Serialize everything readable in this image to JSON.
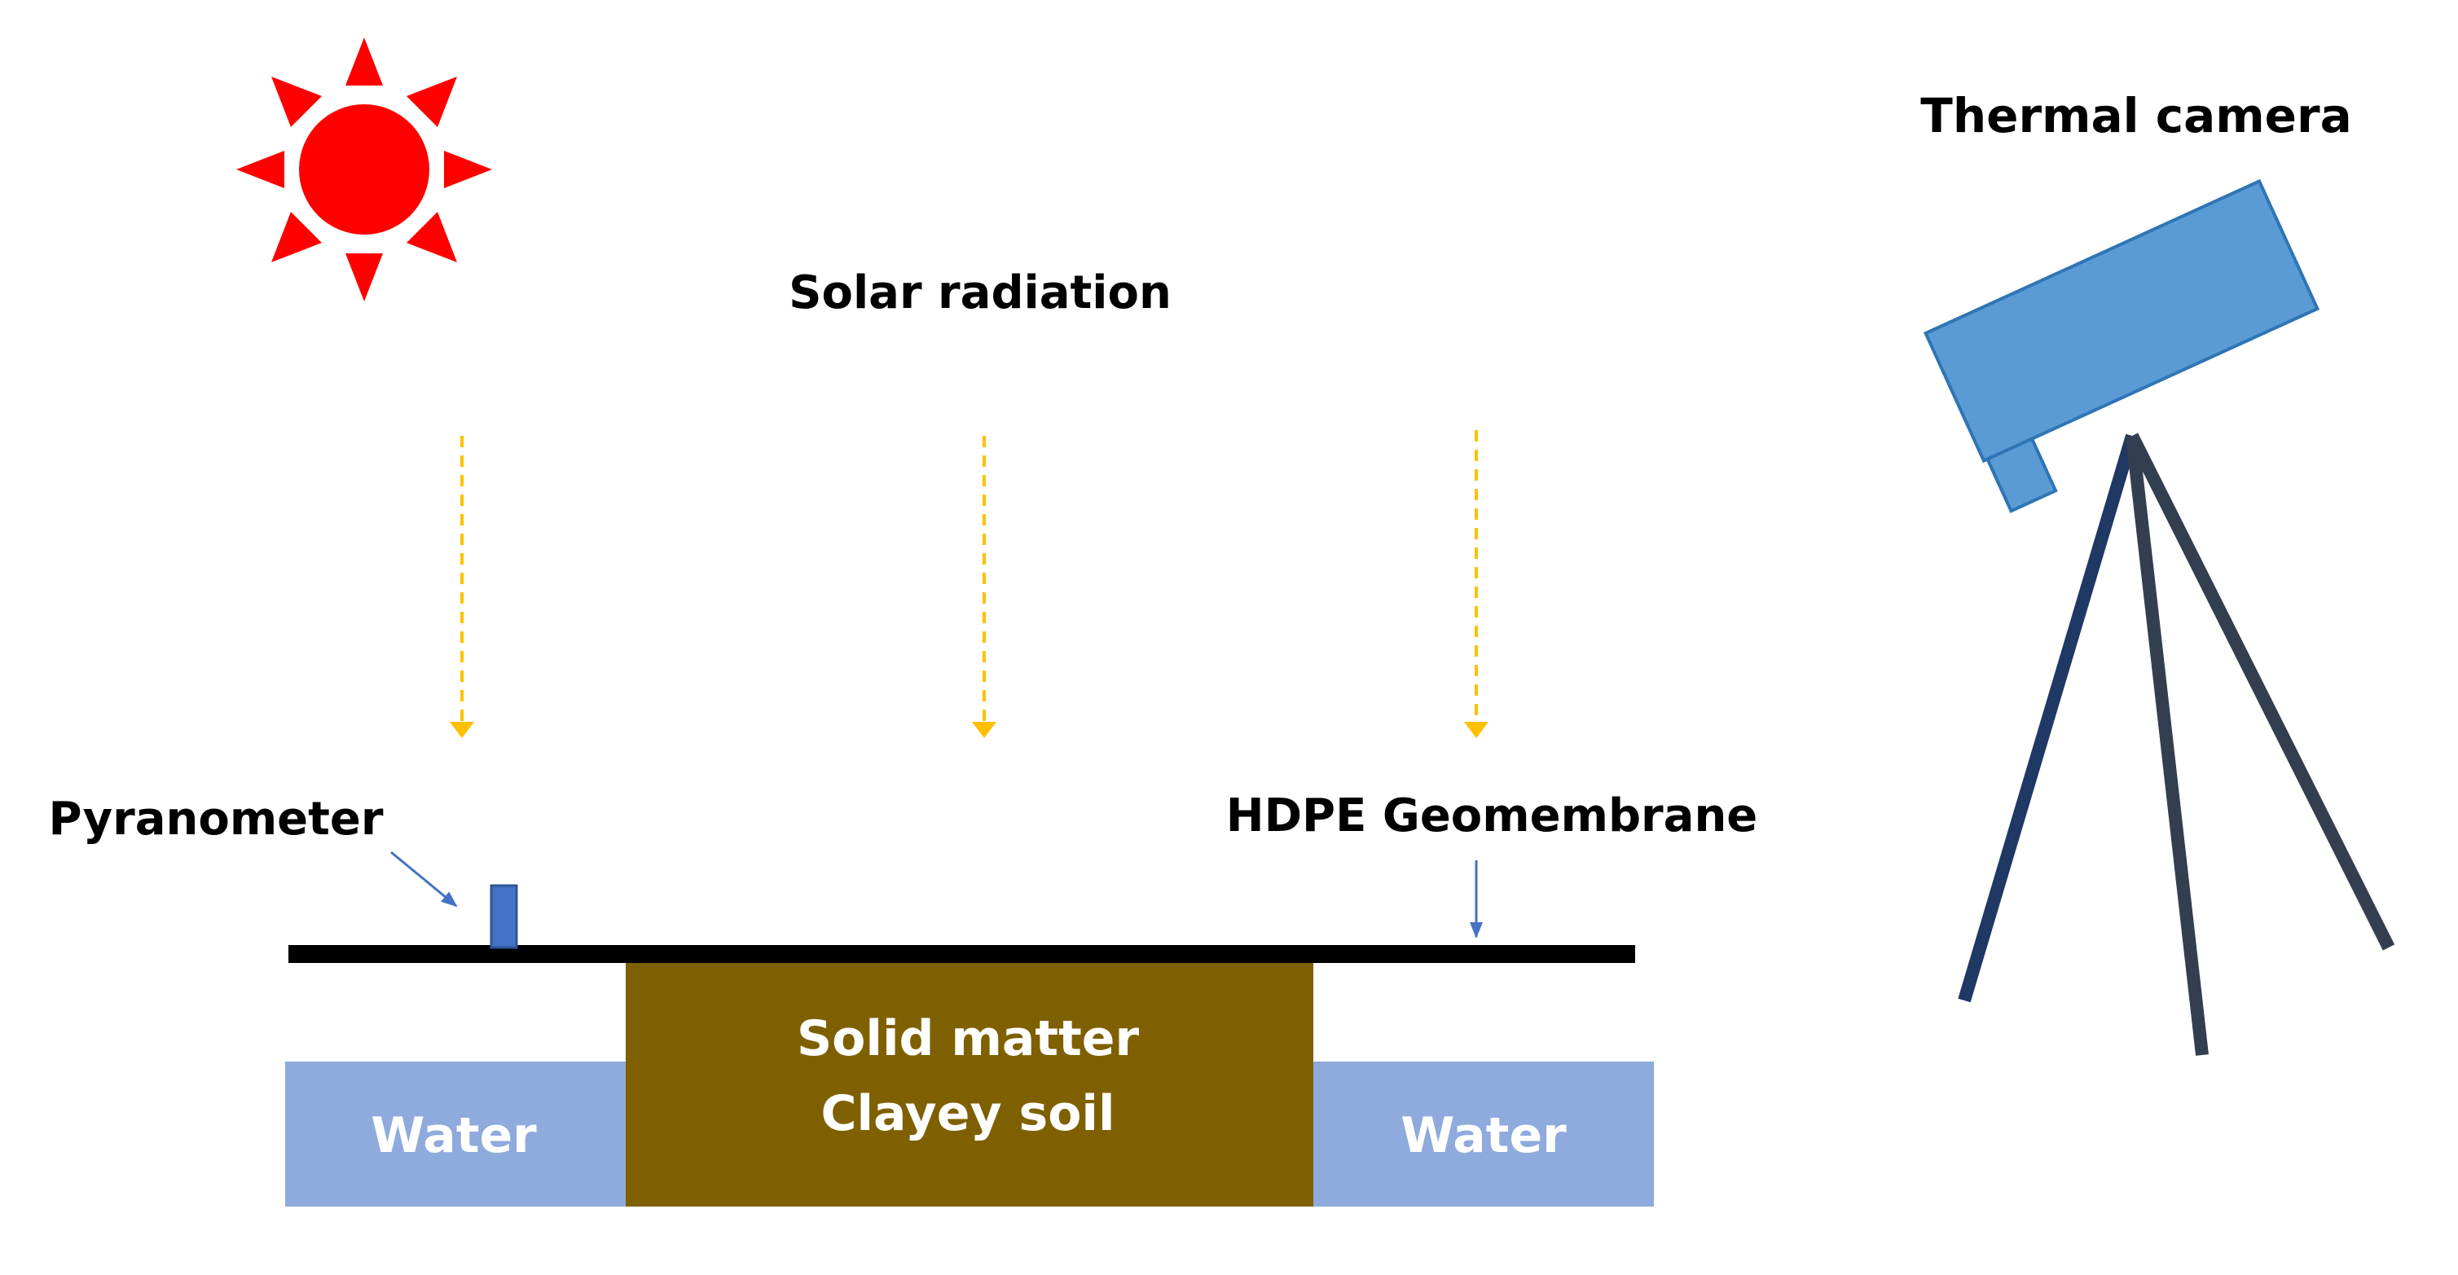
{
  "labels": {
    "solar_radiation": "Solar radiation",
    "thermal_camera": "Thermal camera",
    "pyranometer": "Pyranometer",
    "geomembrane": "HDPE Geomembrane",
    "solid_line1": "Solid matter",
    "solid_line2": "Clayey soil",
    "water_left": "Water",
    "water_right": "Water"
  },
  "icons": {
    "sun": "sun-icon",
    "camera": "thermal-camera-icon",
    "tripod": "tripod-icon"
  },
  "colors": {
    "sun": "#ff0000",
    "radiation_arrow": "#ffc000",
    "pointer_arrow": "#4472c4",
    "geomembrane": "#000000",
    "water": "#8faadc",
    "soil": "#7f6000",
    "camera_body": "#5b9bd5",
    "camera_border": "#2e75b6",
    "pyranometer": "#4472c4",
    "tripod_dark": "#1f3864",
    "tripod_grey": "#333f50",
    "label_on_fill": "#ffffff",
    "label_text": "#000000"
  }
}
